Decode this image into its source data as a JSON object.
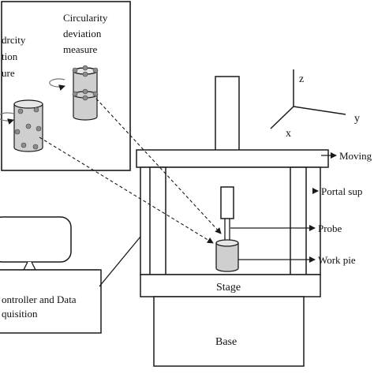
{
  "inset": {
    "cylindricity_line1": "drcity",
    "cylindricity_line2": "tion",
    "cylindricity_line3": "ure",
    "circularity_line1": "Circularity",
    "circularity_line2": "deviation",
    "circularity_line3": "measure"
  },
  "axes": {
    "z": "z",
    "y": "y",
    "x": "x"
  },
  "labels": {
    "moving": "Moving",
    "portal": "Portal sup",
    "probe": "Probe",
    "workpiece": "Work pie",
    "stage": "Stage",
    "base": "Base"
  },
  "controller": {
    "line1": "ontroller and Data",
    "line2": "quisition"
  },
  "colors": {
    "line": "#1a1a1a",
    "cylinder_fill": "#cfcfcf",
    "cylinder_top": "#e6e6e6",
    "point_fill": "#8c8c8c"
  }
}
